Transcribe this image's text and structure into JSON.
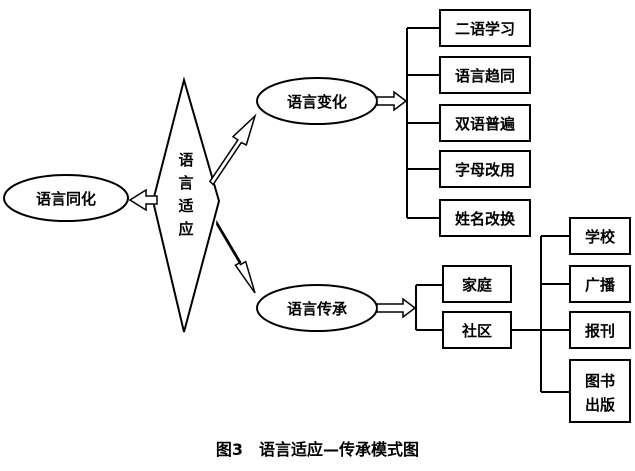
{
  "diagram": {
    "center": [
      "语",
      "言",
      "适",
      "应"
    ],
    "left_node": "语言同化",
    "upper_node": "语言变化",
    "lower_node": "语言传承",
    "change_items": [
      "二语学习",
      "语言趋同",
      "双语普遍",
      "字母改用",
      "姓名改换"
    ],
    "inherit_items": [
      "家庭",
      "社区"
    ],
    "community_items": [
      "学校",
      "广播",
      "报刊",
      "图书",
      "出版"
    ]
  },
  "caption": "图3　语言适应—传承模式图"
}
